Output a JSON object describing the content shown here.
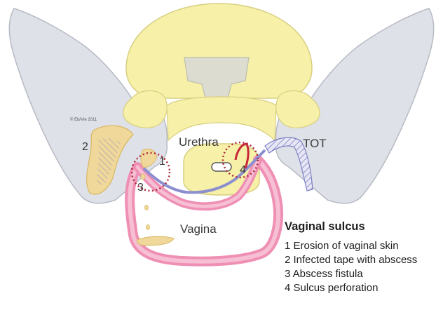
{
  "labels": {
    "urethra": "Urethra",
    "tot": "TOT",
    "vagina": "Vagina",
    "copyright": "© Eb/Vie 2011"
  },
  "markers": [
    "1",
    "2",
    "3",
    "4"
  ],
  "legend": {
    "title": "Vaginal sulcus",
    "items": [
      "1 Erosion of vaginal skin",
      "2 Infected tape with abscess",
      "3 Abscess fistula",
      "4 Sulcus perforation"
    ]
  },
  "colors": {
    "bone": "#dfe1e8",
    "bone_outline": "#b7bac4",
    "yellow": "#f6f0a8",
    "yellow_outline": "#d8cf80",
    "pink": "#ef8fb4",
    "pink_light": "#f6bfd3",
    "tape": "#8c8fcf",
    "abscess": "#f0d89a",
    "circle": "#b0283a",
    "red": "#c8283a"
  }
}
